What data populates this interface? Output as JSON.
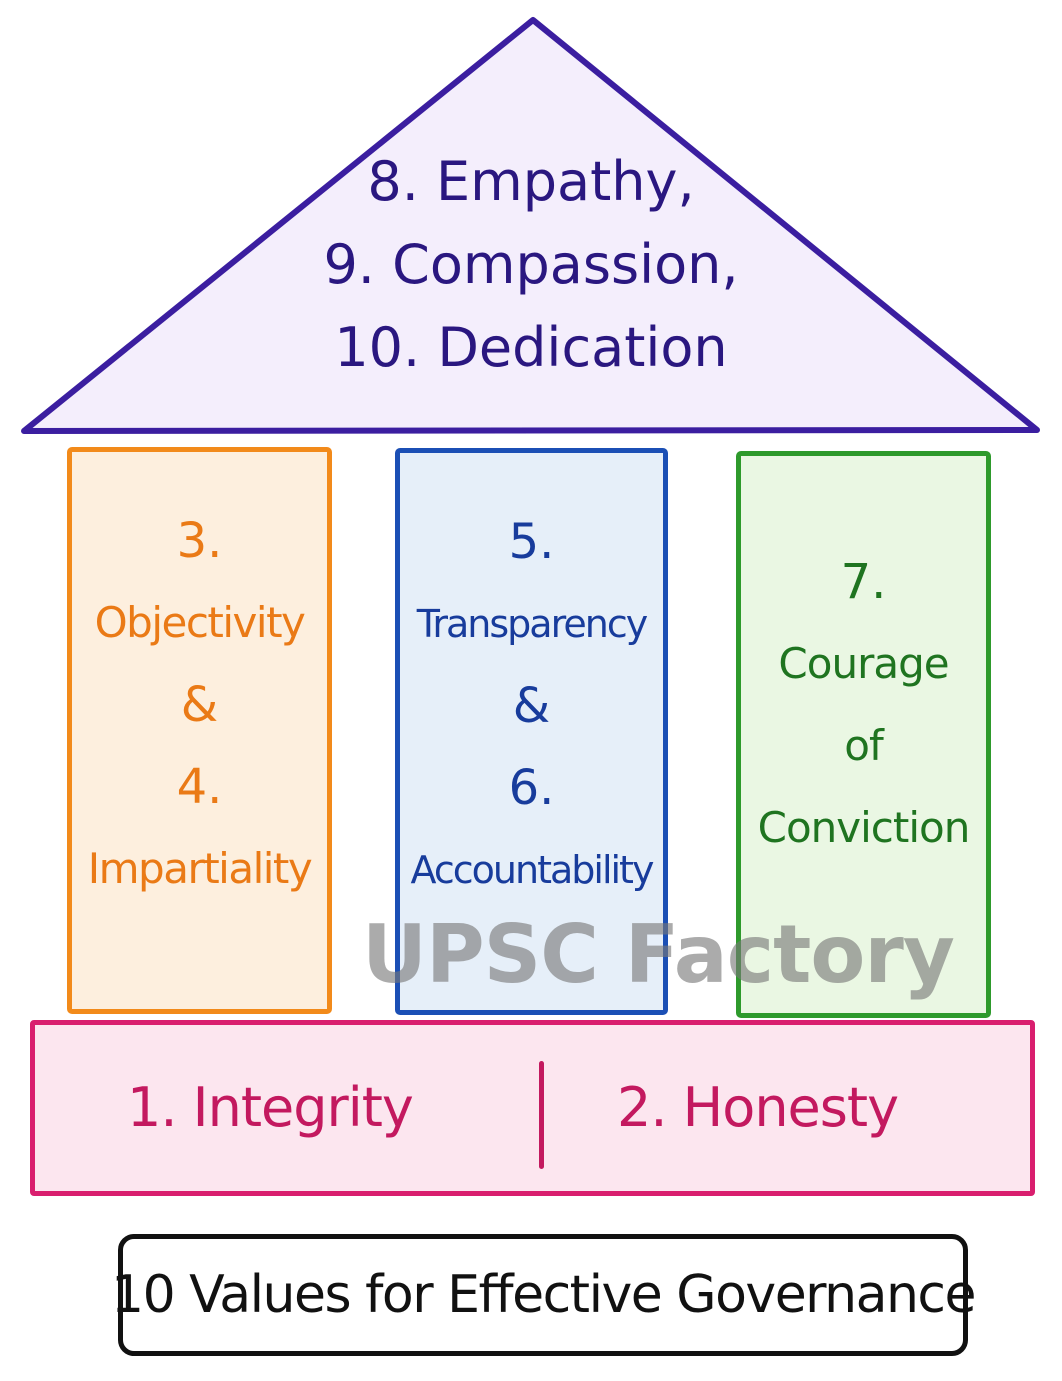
{
  "roof": {
    "lines": [
      "8. Empathy,",
      "9. Compassion,",
      "10. Dedication"
    ],
    "color": "#2a1780",
    "fill": "#f4eefc"
  },
  "pillars": [
    {
      "lines": [
        "3.",
        "Objectivity",
        "&",
        "4.",
        "Impartiality"
      ],
      "color": "#ea7a16",
      "fill": "#fdefde"
    },
    {
      "lines": [
        "5.",
        "Transparency",
        "&",
        "6.",
        "Accountability"
      ],
      "color": "#183c9c",
      "fill": "#e6eff9"
    },
    {
      "lines": [
        "7.",
        "Courage",
        "of",
        "Conviction"
      ],
      "color": "#1f7420",
      "fill": "#eaf7e3"
    }
  ],
  "base": {
    "left_label": "1.  Integrity",
    "right_label": "2. Honesty",
    "color": "#c3195f",
    "fill": "#fce6ef"
  },
  "watermark": "UPSC Factory",
  "caption": "10 Values for Effective Governance"
}
